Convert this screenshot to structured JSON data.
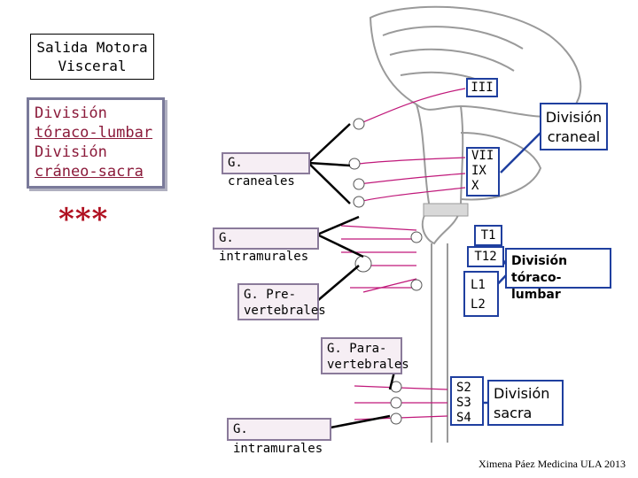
{
  "title_box": {
    "line1": "Salida Motora",
    "line2": "Visceral"
  },
  "divisions_box": {
    "line1": "División",
    "line2": "tóraco-lumbar",
    "line3": "División",
    "line4": "cráneo-sacra",
    "text_color": "#8b1a3a"
  },
  "asterisks": "***",
  "nerves": {
    "iii": "III",
    "vii": "VII",
    "ix": "IX",
    "x": "X",
    "t1": "T1",
    "t12": "T12",
    "l1": "L1",
    "l2": "L2",
    "s2": "S2",
    "s3": "S3",
    "s4": "S4"
  },
  "division_labels": {
    "craneal_line1": "División",
    "craneal_line2": "craneal",
    "toraco_line1": "División",
    "toraco_line2": "tóraco-lumbar",
    "sacra_line1": "División",
    "sacra_line2": "sacra"
  },
  "ganglia": {
    "craneales": "G. craneales",
    "intramurales_top": "G. intramurales",
    "pre_line1": "G. Pre-",
    "pre_line2": "vertebrales",
    "para_line1": "G. Para-",
    "para_line2": "vertebrales",
    "intramurales_bottom": "G. intramurales"
  },
  "credit": "Ximena Páez Medicina ULA 2013",
  "colors": {
    "nerve_line": "#c0187a",
    "label_border": "#1f3f9f",
    "brain_gray": "#9a9a9a"
  }
}
